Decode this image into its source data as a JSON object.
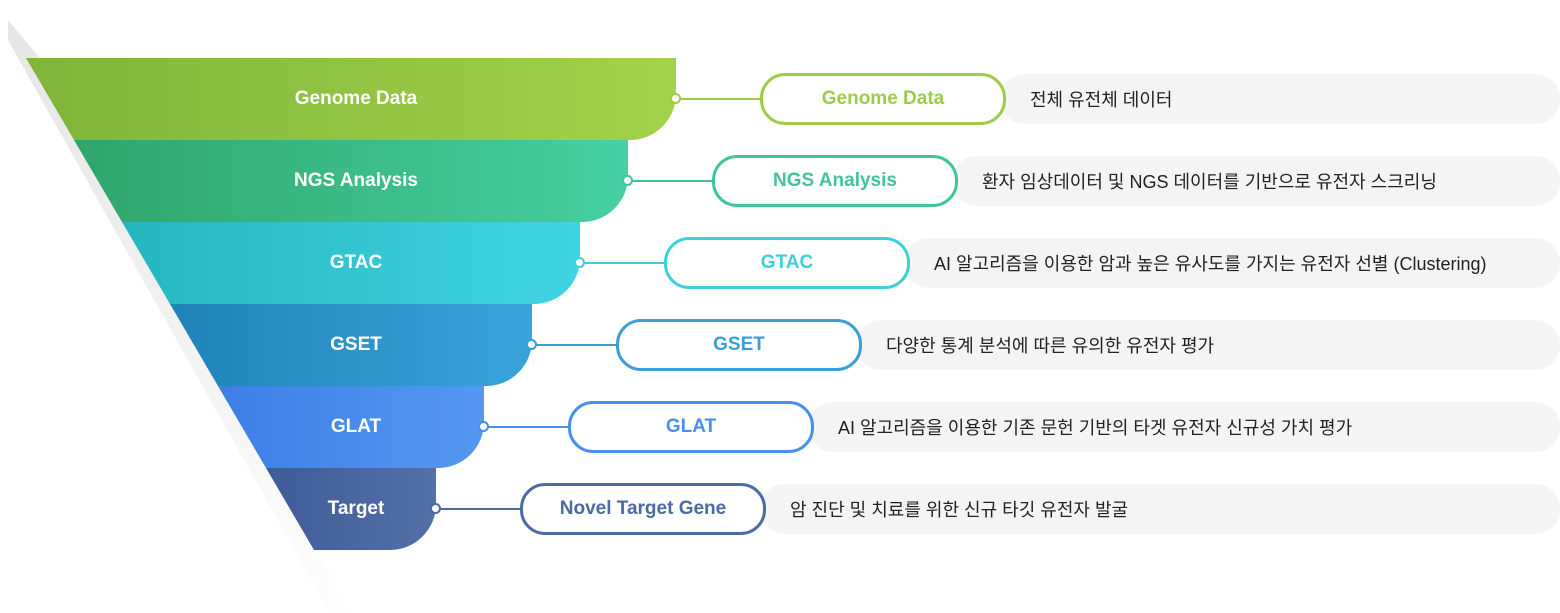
{
  "funnel": {
    "stages": [
      {
        "label": "Genome Data",
        "pill_label": "Genome Data",
        "description": "전체 유전체 데이터",
        "color_start": "#7fb53a",
        "color_end": "#a3d24a",
        "accent": "#9ccc4a"
      },
      {
        "label": "NGS Analysis",
        "pill_label": "NGS Analysis",
        "description": "환자 임상데이터 및 NGS 데이터를 기반으로 유전자 스크리닝",
        "color_start": "#2fa56a",
        "color_end": "#46d0a3",
        "accent": "#41c49a"
      },
      {
        "label": "GTAC",
        "pill_label": "GTAC",
        "description": "AI 알고리즘을 이용한 암과 높은 유사도를 가지는 유전자 선별 (Clustering)",
        "color_start": "#25b7bf",
        "color_end": "#40d4e2",
        "accent": "#3dcfdc"
      },
      {
        "label": "GSET",
        "pill_label": "GSET",
        "description": "다양한 통계 분석에 따른 유의한 유전자 평가",
        "color_start": "#1f83b7",
        "color_end": "#3aa3db",
        "accent": "#3a9fd8"
      },
      {
        "label": "GLAT",
        "pill_label": "GLAT",
        "description": "AI 알고리즘을 이용한 기존 문헌 기반의 타겟 유전자 신규성 가치 평가",
        "color_start": "#3c7ee6",
        "color_end": "#5598f2",
        "accent": "#4a8eef"
      },
      {
        "label": "Target",
        "pill_label": "Novel Target Gene",
        "description": "암 진단 및 치료를 위한 신규 타깃 유전자 발굴",
        "color_start": "#3e5c98",
        "color_end": "#5470a8",
        "accent": "#4d6aa3"
      }
    ]
  }
}
